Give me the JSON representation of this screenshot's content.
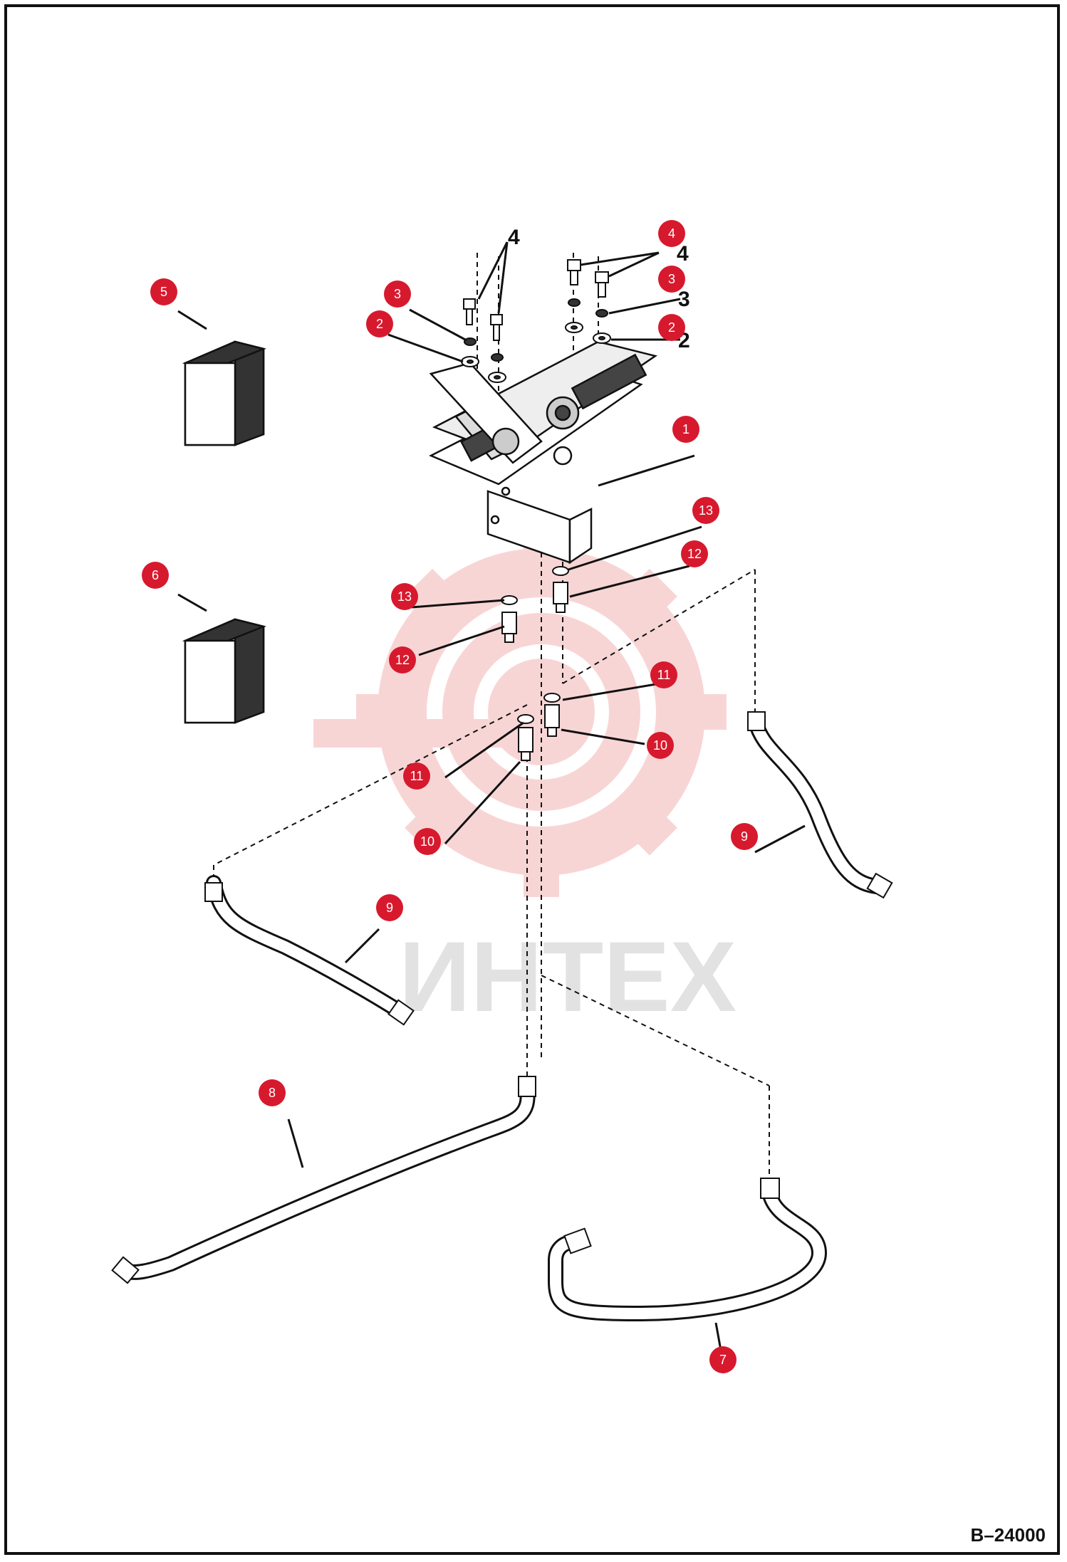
{
  "reference_code": "B–24000",
  "watermark": {
    "text": "ИНТЕХ",
    "color": "#f4b4b4"
  },
  "colors": {
    "callout_fill": "#d7192e",
    "line": "#111111"
  },
  "callouts": [
    {
      "id": "c1",
      "number": "1"
    },
    {
      "id": "c2a",
      "number": "2"
    },
    {
      "id": "c2b",
      "number": "2"
    },
    {
      "id": "c3a",
      "number": "3"
    },
    {
      "id": "c3b",
      "number": "3"
    },
    {
      "id": "c4",
      "number": "4"
    },
    {
      "id": "c5",
      "number": "5"
    },
    {
      "id": "c6",
      "number": "6"
    },
    {
      "id": "c7",
      "number": "7"
    },
    {
      "id": "c8",
      "number": "8"
    },
    {
      "id": "c9a",
      "number": "9"
    },
    {
      "id": "c9b",
      "number": "9"
    },
    {
      "id": "c10a",
      "number": "10"
    },
    {
      "id": "c10b",
      "number": "10"
    },
    {
      "id": "c11a",
      "number": "11"
    },
    {
      "id": "c11b",
      "number": "11"
    },
    {
      "id": "c12a",
      "number": "12"
    },
    {
      "id": "c12b",
      "number": "12"
    },
    {
      "id": "c13a",
      "number": "13"
    },
    {
      "id": "c13b",
      "number": "13"
    }
  ],
  "printed_labels": [
    {
      "id": "p4a",
      "text": "4"
    },
    {
      "id": "p4b",
      "text": "4"
    },
    {
      "id": "p3",
      "text": "3"
    },
    {
      "id": "p2",
      "text": "2"
    }
  ]
}
